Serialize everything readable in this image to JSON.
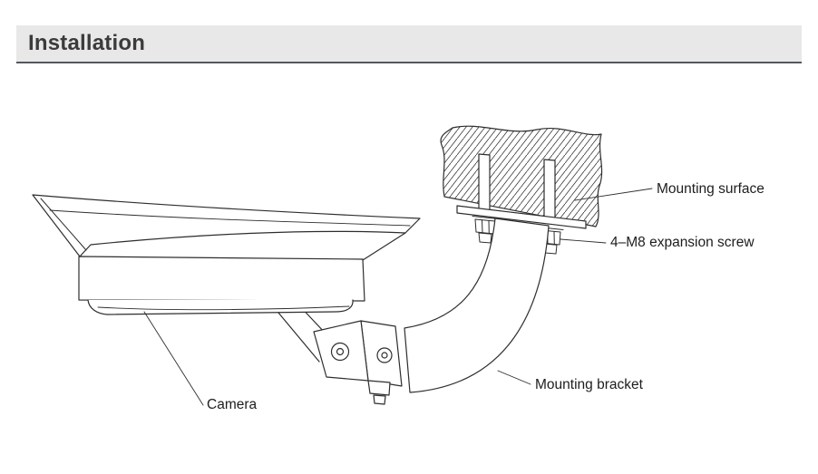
{
  "header": {
    "title": "Installation"
  },
  "figure": {
    "description": "Line drawing of a bullet camera on a curved mounting bracket fixed to a hatched mounting surface",
    "labels": {
      "mounting_surface": "Mounting surface",
      "expansion_screw": "4–M8 expansion screw",
      "mounting_bracket": "Mounting bracket",
      "camera": "Camera"
    }
  },
  "colors": {
    "header_bg": "#e8e8e8",
    "header_rule": "#56575b",
    "title_text": "#3b3b3b",
    "line": "#2e2e2e",
    "label_text": "#1d1d1d"
  }
}
